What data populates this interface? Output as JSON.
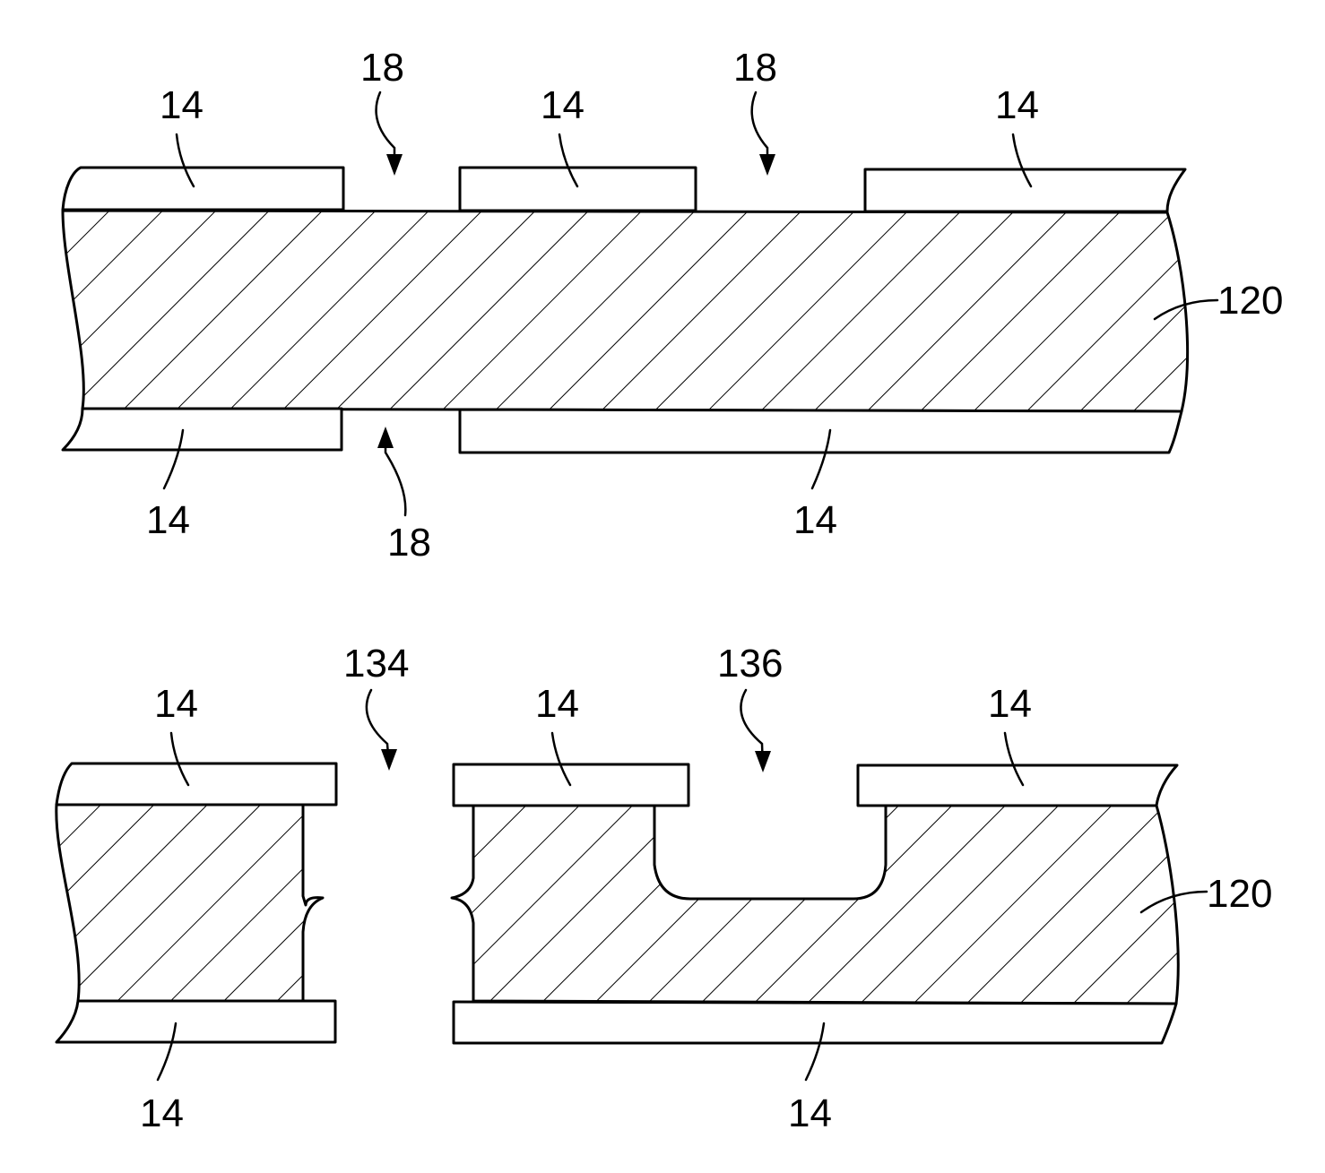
{
  "colors": {
    "line": "#000000",
    "background": "#ffffff"
  },
  "top_view": {
    "mask_labels": [
      "14",
      "14",
      "14",
      "14",
      "14"
    ],
    "opening_labels": [
      "18",
      "18",
      "18"
    ],
    "substrate_label": "120"
  },
  "bottom_view": {
    "mask_labels": [
      "14",
      "14",
      "14",
      "14",
      "14"
    ],
    "through_hole_label": "134",
    "blind_cavity_label": "136",
    "substrate_label": "120"
  }
}
